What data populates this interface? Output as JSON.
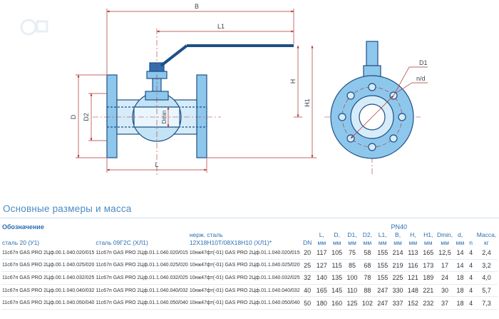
{
  "drawing": {
    "labels": {
      "B": "B",
      "L1": "L1",
      "H": "H",
      "H1": "H1",
      "D": "D",
      "D2": "D2",
      "Dmin": "Dmin",
      "L": "L",
      "D1": "D1",
      "nd": "n/d"
    }
  },
  "section_title": "Основные размеры и масса",
  "table": {
    "group_header_left": "Обозначение",
    "group_header_pn": "PN40",
    "col_headers": {
      "steel20": "сталь 20 (У1)",
      "steel09": "сталь 09Г2С (ХЛ1)",
      "stainless_line1": "нерж. сталь",
      "stainless_line2": "12Х18Н10Т/08Х18Н10 (ХЛ1)*",
      "dn": "DN",
      "L": "L,",
      "D": "D,",
      "D1": "D1,",
      "D2": "D2,",
      "L1": "L1,",
      "B": "B,",
      "H": "H,",
      "H1": "H1,",
      "Dmin": "Dmin,",
      "d": "d,",
      "n": "n",
      "mass": "Масса,",
      "unit_mm": "мм",
      "unit_kg": "кг"
    },
    "rows": [
      {
        "c1": "11с67п GAS PRO 2Цф.00.1.040.020/015",
        "c2": "11с67п GAS PRO 2Цф.01.1.040.020/015",
        "c3": "10нж47фт(-01) GAS PRO 2Цф.01.1.040.020/015",
        "dn": "20",
        "L": "117",
        "D": "105",
        "D1": "75",
        "D2": "58",
        "L1": "155",
        "B": "214",
        "H": "113",
        "H1": "165",
        "Dmin": "12,5",
        "d": "14",
        "n": "4",
        "mass": "2,4"
      },
      {
        "c1": "11с67п GAS PRO 2Цф.00.1.040.025/020",
        "c2": "11с67п GAS PRO 2Цф.01.1.040.025/020",
        "c3": "10нж47фт(-01) GAS PRO 2Цф.01.1.040.025/020",
        "dn": "25",
        "L": "127",
        "D": "115",
        "D1": "85",
        "D2": "68",
        "L1": "155",
        "B": "219",
        "H": "116",
        "H1": "173",
        "Dmin": "17",
        "d": "14",
        "n": "4",
        "mass": "3,2"
      },
      {
        "c1": "11с67п GAS PRO 2Цф.00.1.040.032/025",
        "c2": "11с67п GAS PRO 2Цф.01.1.040.032/025",
        "c3": "10нж47фт(-01) GAS PRO 2Цф.01.1.040.032/025",
        "dn": "32",
        "L": "140",
        "D": "135",
        "D1": "100",
        "D2": "78",
        "L1": "155",
        "B": "225",
        "H": "121",
        "H1": "189",
        "Dmin": "24",
        "d": "18",
        "n": "4",
        "mass": "4,0"
      },
      {
        "c1": "11с67п GAS PRO 2Цф.00.1.040.040/032",
        "c2": "11с67п GAS PRO 2Цф.01.1.040.040/032",
        "c3": "10нж47фт(-01) GAS PRO 2Цф.01.1.040.040/032",
        "dn": "40",
        "L": "165",
        "D": "145",
        "D1": "110",
        "D2": "88",
        "L1": "247",
        "B": "330",
        "H": "148",
        "H1": "221",
        "Dmin": "30",
        "d": "18",
        "n": "4",
        "mass": "5,7"
      },
      {
        "c1": "11с67п GAS PRO 2Цф.00.1.040.050/040",
        "c2": "11с67п GAS PRO 2Цф.01.1.040.050/040",
        "c3": "10нж47фт(-01) GAS PRO 2Цф.01.1.040.050/040",
        "dn": "50",
        "L": "180",
        "D": "160",
        "D1": "125",
        "D2": "102",
        "L1": "247",
        "B": "337",
        "H": "152",
        "H1": "232",
        "Dmin": "37",
        "d": "18",
        "n": "4",
        "mass": "7,3"
      }
    ]
  }
}
